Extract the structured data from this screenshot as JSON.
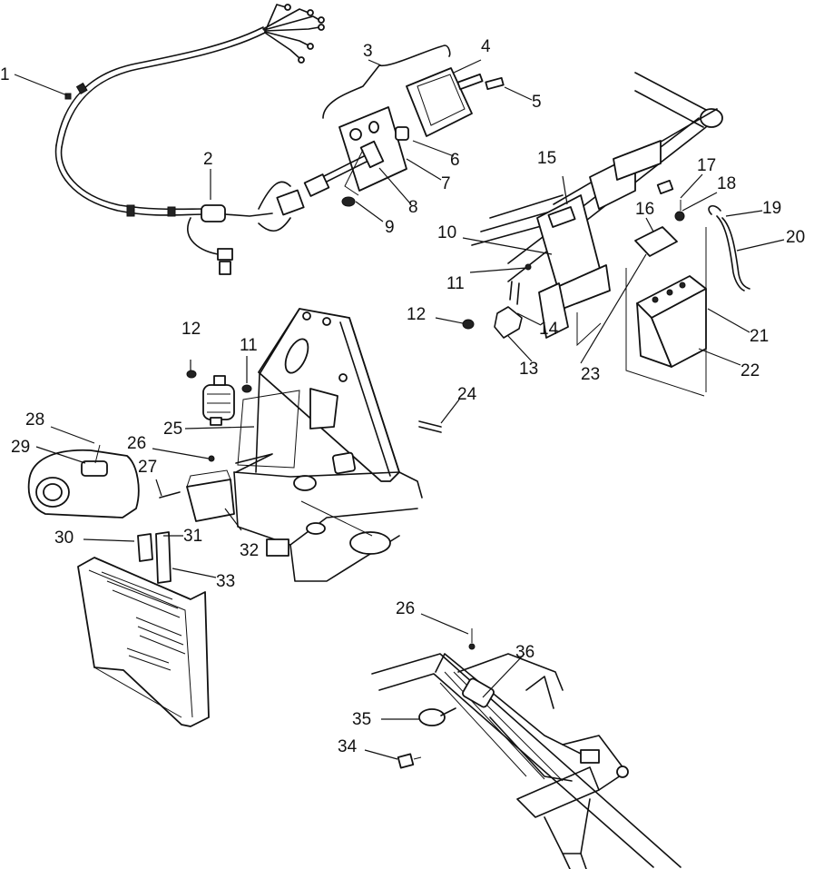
{
  "diagram": {
    "callouts": [
      {
        "id": "c1",
        "label": "1"
      },
      {
        "id": "c2",
        "label": "2"
      },
      {
        "id": "c3",
        "label": "3"
      },
      {
        "id": "c4",
        "label": "4"
      },
      {
        "id": "c5",
        "label": "5"
      },
      {
        "id": "c6",
        "label": "6"
      },
      {
        "id": "c7",
        "label": "7"
      },
      {
        "id": "c8",
        "label": "8"
      },
      {
        "id": "c9",
        "label": "9"
      },
      {
        "id": "c10",
        "label": "10"
      },
      {
        "id": "c11a",
        "label": "11"
      },
      {
        "id": "c11b",
        "label": "11"
      },
      {
        "id": "c12a",
        "label": "12"
      },
      {
        "id": "c12b",
        "label": "12"
      },
      {
        "id": "c13",
        "label": "13"
      },
      {
        "id": "c14",
        "label": "14"
      },
      {
        "id": "c15",
        "label": "15"
      },
      {
        "id": "c16",
        "label": "16"
      },
      {
        "id": "c17",
        "label": "17"
      },
      {
        "id": "c18",
        "label": "18"
      },
      {
        "id": "c19",
        "label": "19"
      },
      {
        "id": "c20",
        "label": "20"
      },
      {
        "id": "c21",
        "label": "21"
      },
      {
        "id": "c22",
        "label": "22"
      },
      {
        "id": "c23",
        "label": "23"
      },
      {
        "id": "c24",
        "label": "24"
      },
      {
        "id": "c25",
        "label": "25"
      },
      {
        "id": "c26a",
        "label": "26"
      },
      {
        "id": "c26b",
        "label": "26"
      },
      {
        "id": "c27",
        "label": "27"
      },
      {
        "id": "c28",
        "label": "28"
      },
      {
        "id": "c29",
        "label": "29"
      },
      {
        "id": "c30",
        "label": "30"
      },
      {
        "id": "c31",
        "label": "31"
      },
      {
        "id": "c32",
        "label": "32"
      },
      {
        "id": "c33",
        "label": "33"
      },
      {
        "id": "c34",
        "label": "34"
      },
      {
        "id": "c35",
        "label": "35"
      },
      {
        "id": "c36",
        "label": "36"
      }
    ]
  }
}
